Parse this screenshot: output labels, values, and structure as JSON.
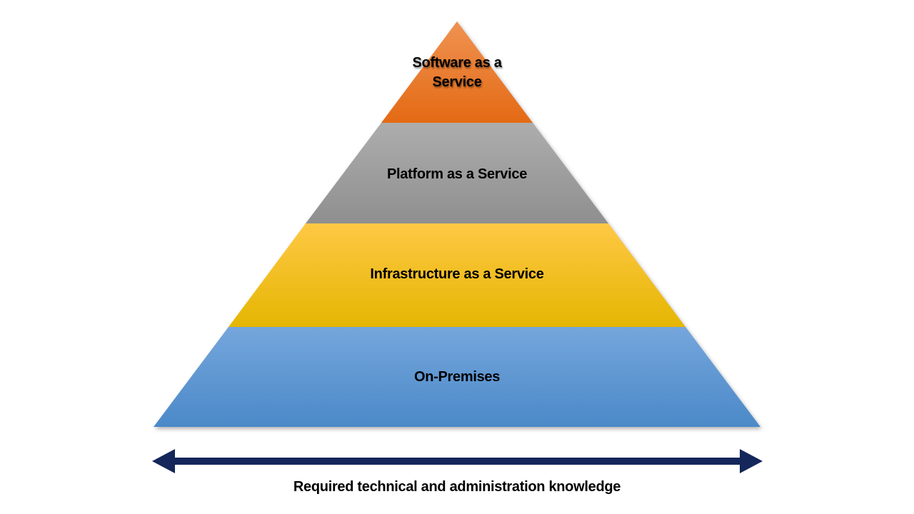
{
  "diagram": {
    "type": "pyramid",
    "background": "#FFFFFF",
    "text_color": "#000000",
    "levels": [
      {
        "id": "saas",
        "label": "Software as a Service",
        "color_top": "#EF9251",
        "color_bottom": "#E46A14"
      },
      {
        "id": "paas",
        "label": "Platform as a Service",
        "color_top": "#ADADAD",
        "color_bottom": "#8F8F8F"
      },
      {
        "id": "iaas",
        "label": "Infrastructure as a Service",
        "color_top": "#FFC845",
        "color_bottom": "#E5B602"
      },
      {
        "id": "on-premises",
        "label": "On-Premises",
        "color_top": "#75A6DC",
        "color_bottom": "#4B89C8"
      }
    ],
    "axis": {
      "label": "Required technical and administration knowledge",
      "arrow_color": "#14265A"
    }
  }
}
